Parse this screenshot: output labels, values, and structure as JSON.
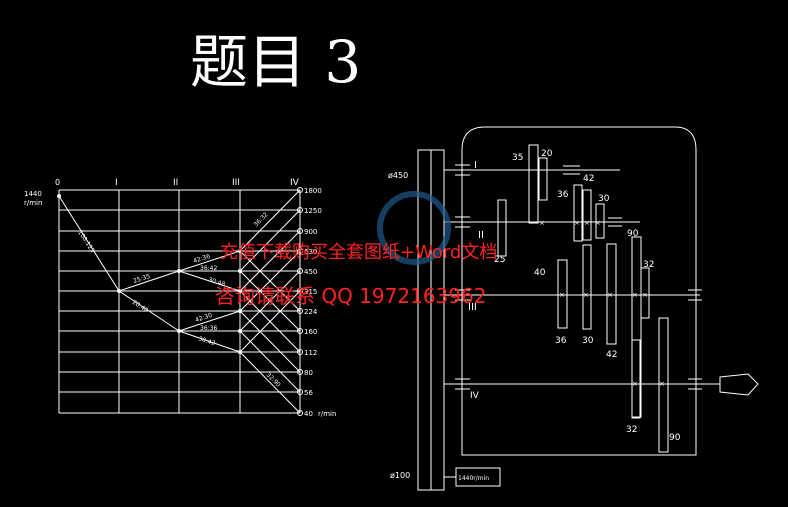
{
  "title": "题目  3",
  "speed_diagram": {
    "input_speed": "1440",
    "unit": "r/min",
    "shafts": [
      "0",
      "I",
      "II",
      "III",
      "IV"
    ],
    "speeds": [
      "1800",
      "1250",
      "900",
      "630",
      "450",
      "315",
      "224",
      "160",
      "112",
      "80",
      "56",
      "40"
    ],
    "bottom_unit": "r/min",
    "ratio_labels": [
      "100:125",
      "25:35",
      "20:40",
      "42:36",
      "36:42",
      "30:48",
      "42:30",
      "36:36",
      "30:42",
      "36:32",
      "32:90"
    ]
  },
  "gearbox": {
    "pulley_top": "ø450",
    "pulley_bottom": "ø100",
    "motor_label": "1440r/min",
    "shaft_labels": [
      "I",
      "II",
      "III",
      "IV"
    ],
    "gear_teeth": [
      "35",
      "20",
      "42",
      "36",
      "30",
      "90",
      "25",
      "40",
      "32",
      "36",
      "30",
      "42",
      "32",
      "90"
    ]
  },
  "watermark": {
    "line1": "充值下载购买全套图纸+Word文档",
    "line2": "咨询请联系  QQ 1972163962",
    "accent": "#ff2222"
  },
  "colors": {
    "background": "#000000",
    "lines": "#ffffff",
    "watermark": "#ff2222"
  }
}
